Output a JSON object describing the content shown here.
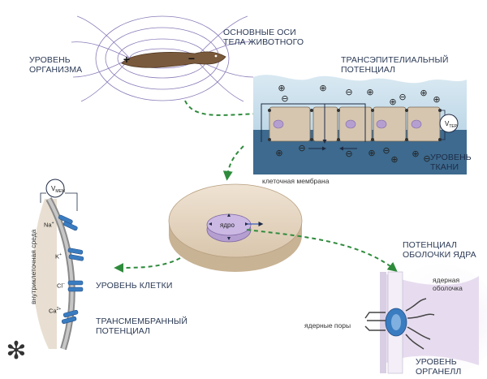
{
  "labels": {
    "organism_level": [
      "УРОВЕНЬ",
      "ОРГАНИЗМА"
    ],
    "body_axes": [
      "ОСНОВНЫЕ ОСИ",
      "ТЕЛА ЖИВОТНОГО"
    ],
    "transepithelial": [
      "ТРАНСЭПИТЕЛИАЛЬНЫЙ",
      "ПОТЕНЦИАЛ"
    ],
    "tissue_level": [
      "УРОВЕНЬ",
      "ТКАНИ"
    ],
    "cell_membrane": "клеточная мембрана",
    "v_tep": "V",
    "v_tep_sub": "TEP",
    "nucleus": "ядро",
    "intracellular": "внутриклеточная среда",
    "v_mem": "V",
    "v_mem_sub": "MEM",
    "cell_level": "УРОВЕНЬ КЛЕТКИ",
    "transmembrane": [
      "ТРАНСМЕМБРАННЫЙ",
      "ПОТЕНЦИАЛ"
    ],
    "nuclear_envelope_potential": [
      "ПОТЕНЦИАЛ",
      "ОБОЛОЧКИ ЯДРА"
    ],
    "nuclear_envelope": [
      "ядерная",
      "оболочка"
    ],
    "nuclear_pores": "ядерные поры",
    "organelle_level": [
      "УРОВЕНЬ",
      "ОРГАНЕЛЛ"
    ]
  },
  "ions": [
    {
      "name": "Na",
      "charge": "+"
    },
    {
      "name": "K",
      "charge": "+"
    },
    {
      "name": "Cl",
      "charge": "−"
    },
    {
      "name": "Ca",
      "charge": "2+"
    }
  ],
  "signs": {
    "plus": "+",
    "minus": "−",
    "plus_circle": "⊕",
    "minus_circle": "⊖"
  },
  "colors": {
    "label_text": "#2b3a55",
    "arrow_green": "#2e8b3c",
    "field_lines": "#8a7bb8",
    "worm_body": "#7a5a3c",
    "tissue_water": "#bcd6e6",
    "tissue_bottom": "#3d6a8e",
    "cell_fill": "#d6c6b0",
    "nucleus_fill": "#b59fd0",
    "channel_blue": "#3a7cc0",
    "organelle_bg": "#e7dcef"
  }
}
